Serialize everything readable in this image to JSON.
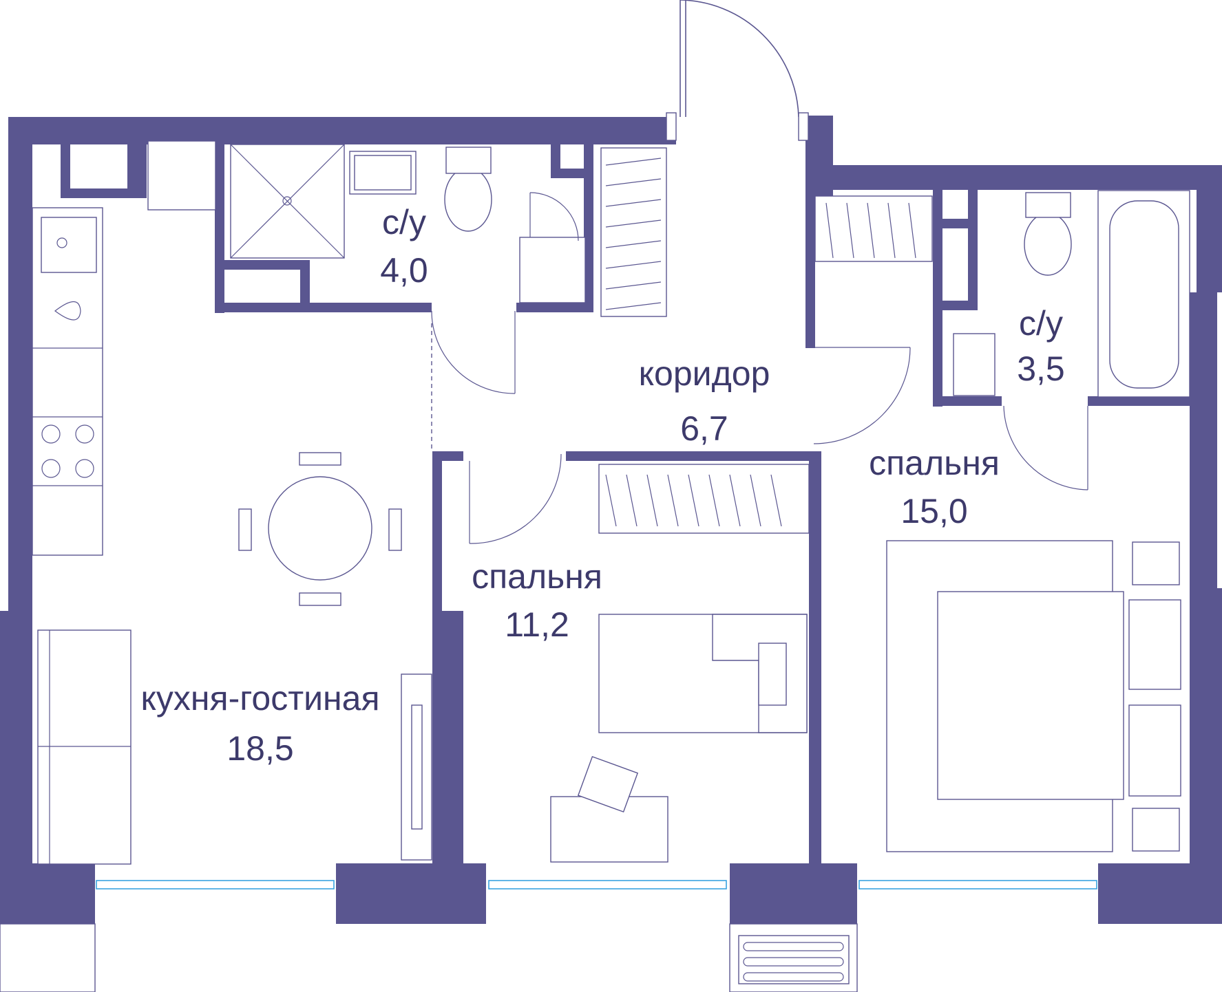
{
  "rooms": [
    {
      "id": "bathroom-1",
      "name": "с/у",
      "area": "4,0"
    },
    {
      "id": "corridor",
      "name": "коридор",
      "area": "6,7"
    },
    {
      "id": "bathroom-2",
      "name": "с/у",
      "area": "3,5"
    },
    {
      "id": "bedroom-large",
      "name": "спальня",
      "area": "15,0"
    },
    {
      "id": "bedroom-small",
      "name": "спальня",
      "area": "11,2"
    },
    {
      "id": "kitchen-living",
      "name": "кухня-гостиная",
      "area": "18,5"
    }
  ],
  "colors": {
    "wall": "#5a5690",
    "window": "#3aa3e0",
    "text": "#3d3a6b"
  }
}
